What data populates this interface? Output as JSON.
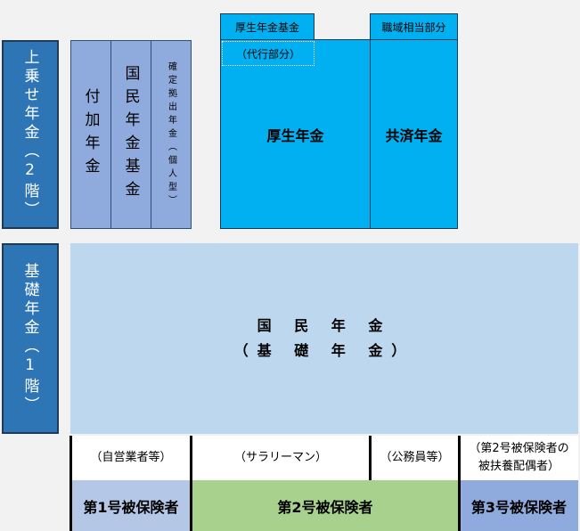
{
  "tiers": {
    "upper": "上乗せ年金（2階）",
    "basic": "基礎年金（1階）"
  },
  "upper_blocks": {
    "fuka": "付加年金",
    "kokumin_kikin": "国民年金基金",
    "kakutei": "確定拠出年金（個人型）",
    "kosei_kikin_tab": "厚生年金基金",
    "daiko": "（代行部分）",
    "kosei": "厚生年金",
    "shokuiki_tab": "職域相当部分",
    "kyosai": "共済年金"
  },
  "basic_block": {
    "line1": "国 民 年 金",
    "line2": "（基 礎 年 金）"
  },
  "categories": {
    "c1_desc": "（自営業者等）",
    "c2a_desc": "（サラリーマン）",
    "c2b_desc": "（公務員等）",
    "c3_desc": "（第2号被保険者の被扶養配偶者）",
    "c1_label": "第1号被保険者",
    "c2_label": "第2号被保険者",
    "c3_label": "第3号被保険者"
  },
  "colors": {
    "tier_label": "#2e75b6",
    "light_block": "#8faadc",
    "cyan_block": "#00b0f0",
    "basic_block": "#bdd7ee",
    "cat1_bar": "#b4c7e7",
    "cat2_bar": "#a9d18e",
    "cat3_bar": "#8faadc"
  }
}
